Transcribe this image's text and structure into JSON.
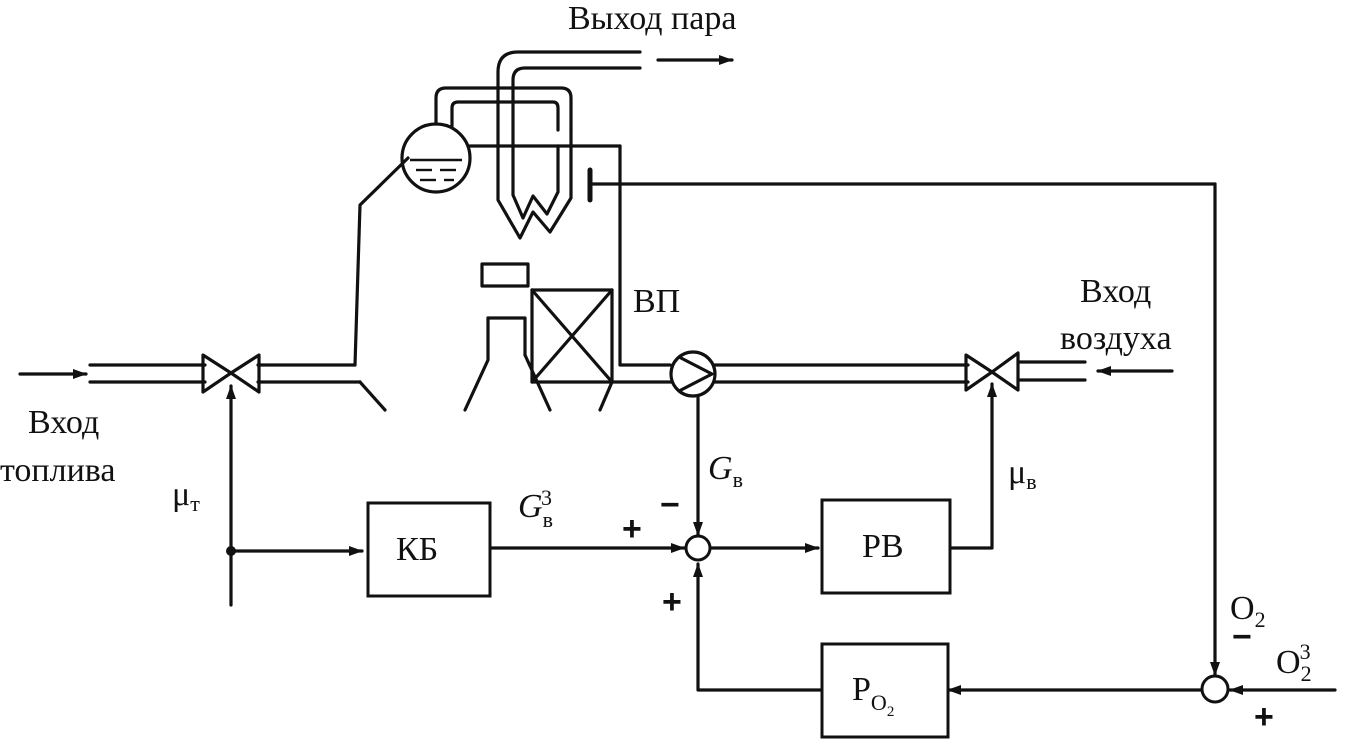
{
  "labels": {
    "steam_out": "Выход пара",
    "fuel_in_line1": "Вход",
    "fuel_in_line2": "топлива",
    "air_in_line1": "Вход",
    "air_in_line2": "воздуха",
    "air_heater": "ВП",
    "kb": "КБ",
    "rv": "РВ",
    "ro2_main": "P",
    "ro2_sub": "O",
    "ro2_subsub": "2",
    "mu_t_main": "μ",
    "mu_t_sub": "т",
    "mu_v_main": "μ",
    "mu_v_sub": "в",
    "g_v_main": "G",
    "g_v_sub": "в",
    "g_v3_main": "G",
    "g_v3_sub": "в",
    "g_v3_sup": "3",
    "o2_main": "O",
    "o2_sub": "2",
    "o2z_main": "O",
    "o2z_sub": "2",
    "o2z_sup": "3"
  },
  "signs": {
    "sum1_left": "+",
    "sum1_top": "−",
    "sum1_bottom": "+",
    "sum2_top": "−",
    "sum2_bottom": "+"
  }
}
